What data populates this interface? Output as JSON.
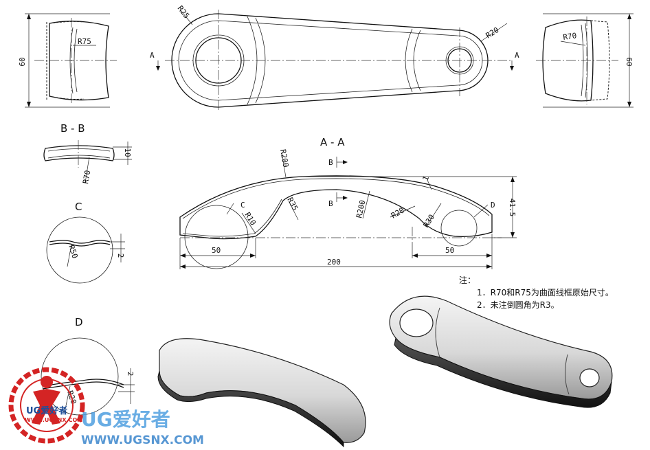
{
  "views": {
    "left_width": "60",
    "left_radius": "R75",
    "right_width": "60",
    "right_radius": "R70",
    "top_radius_left": "R25",
    "top_radius_right": "R20",
    "section_mark": "A"
  },
  "section_bb": {
    "title": "B - B",
    "height": "10",
    "radius": "R70"
  },
  "section_aa": {
    "title": "A - A",
    "r_top": "R200",
    "r_inner": "R200",
    "r35": "R35",
    "r10": "R10",
    "r20": "R20",
    "r30": "R30",
    "thickness": "1",
    "height": "41.5",
    "left_len": "50",
    "right_len": "50",
    "total_len": "200",
    "cut_b": "B",
    "label_c": "C",
    "label_d": "D"
  },
  "detail_c": {
    "title": "C",
    "radius": "R50",
    "depth": "2"
  },
  "detail_d": {
    "title": "D",
    "radius": "R20",
    "depth": "2"
  },
  "notes": {
    "heading": "注：",
    "line1": "1．R70和R75为曲面线框原始尺寸。",
    "line2": "2．未注倒圆角为R3。"
  },
  "watermark": {
    "badge": "UG爱好者",
    "site_small": "WWW.UGSNX.COM",
    "logo": "UG爱好者",
    "site": "WWW.UGSNX.COM"
  }
}
